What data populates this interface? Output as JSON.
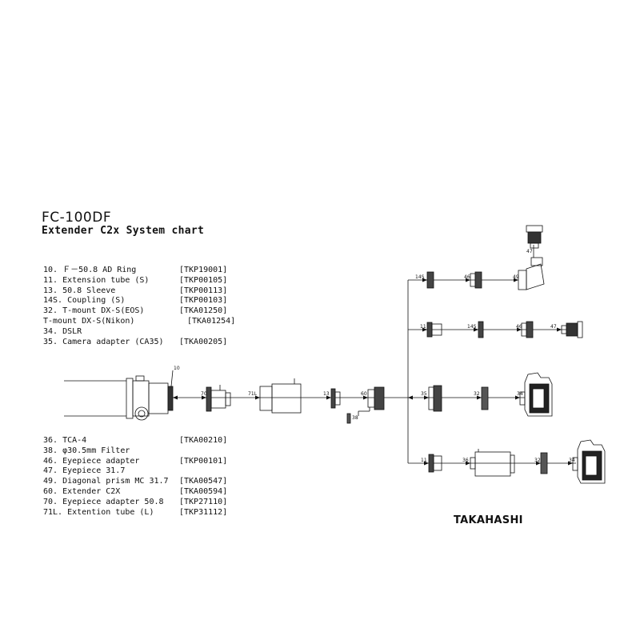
{
  "title": "FC-100DF",
  "subtitle": "Extender C2x System chart",
  "brand": "TAKAHASHI",
  "parts_top": [
    {
      "name": "10.  Ｆ－50.8 AD Ring",
      "code": "[TKP19001]"
    },
    {
      "name": "11.  Extension tube (S)",
      "code": "[TKP00105]"
    },
    {
      "name": "13.  50.8 Sleeve",
      "code": "[TKP00113]"
    },
    {
      "name": "14S. Coupling (S)",
      "code": "[TKP00103]"
    },
    {
      "name": "32.  T-mount DX-S(EOS)",
      "code": "[TKA01250]"
    },
    {
      "name": "     T-mount DX-S(Nikon)",
      "code": "[TKA01254]"
    },
    {
      "name": "34.  DSLR",
      "code": ""
    },
    {
      "name": "35.  Camera adapter (CA35)",
      "code": "[TKA00205]"
    }
  ],
  "parts_bottom": [
    {
      "name": "36.  TCA-4",
      "code": "[TKA00210]"
    },
    {
      "name": "38.  φ30.5mm Filter",
      "code": ""
    },
    {
      "name": "46.  Eyepiece adapter",
      "code": "[TKP00101]"
    },
    {
      "name": "47.  Eyepiece 31.7",
      "code": ""
    },
    {
      "name": "49.  Diagonal prism MC 31.7",
      "code": "[TKA00547]"
    },
    {
      "name": "60.  Extender C2X",
      "code": "[TKA00594]"
    },
    {
      "name": "70.  Eyepiece adapter 50.8",
      "code": "[TKP27110]"
    },
    {
      "name": "71L.  Extention tube (L)",
      "code": "[TKP31112]"
    }
  ],
  "labels": {
    "l10": "10",
    "l70": "70",
    "l71l": "71L",
    "l13": "13",
    "l60": "60",
    "l38": "38",
    "r1_14s": "14S",
    "r1_46": "46",
    "r1_49": "49",
    "r1_47": "47",
    "r2_11": "11",
    "r2_14s": "14S",
    "r2_46": "46",
    "r2_47": "47",
    "r3_35": "35",
    "r3_32": "32",
    "r3_34": "34",
    "r4_11": "11",
    "r4_36": "36",
    "r4_32": "32",
    "r4_34": "34"
  }
}
